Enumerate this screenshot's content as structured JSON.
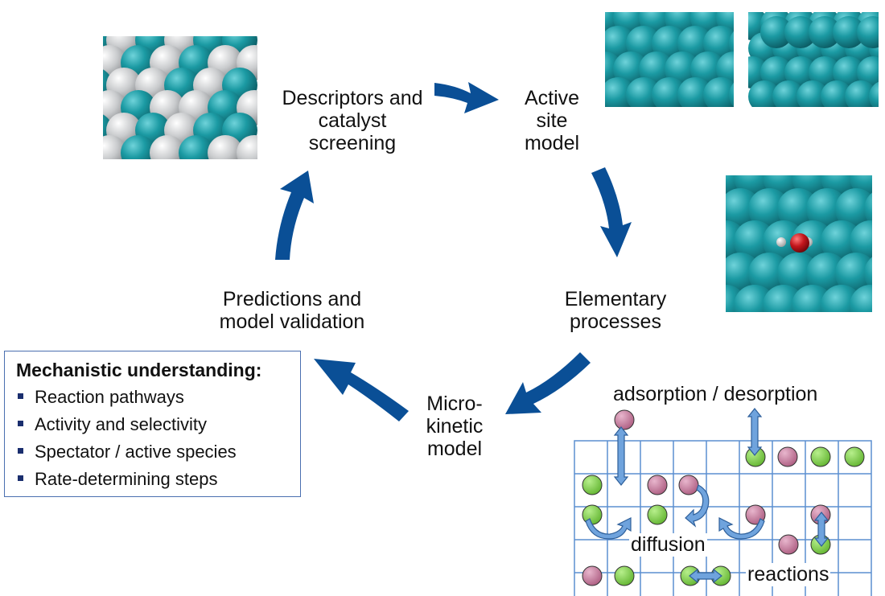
{
  "stages": {
    "descriptors": [
      "Descriptors and",
      "catalyst",
      "screening"
    ],
    "active_site": [
      "Active",
      "site",
      "model"
    ],
    "elementary": [
      "Elementary",
      "processes"
    ],
    "microkinetic": [
      "Micro-",
      "kinetic",
      "model"
    ],
    "predictions": [
      "Predictions and",
      "model validation"
    ]
  },
  "panel": {
    "title": "Mechanistic understanding:",
    "items": [
      "Reaction pathways",
      "Activity and selectivity",
      "Spectator / active species",
      "Rate-determining steps"
    ]
  },
  "mechanisms": {
    "adsorption": "adsorption / desorption",
    "diffusion": "diffusion",
    "reactions": "reactions"
  },
  "colors": {
    "cycle_arrow": "#0a4f96",
    "teal_atom": "#1a8f98",
    "grey_atom": "#c4c6c8",
    "oxygen": "#c0161b",
    "hydrogen": "#e6e6e6",
    "grid_line": "#5b8fd1",
    "green_species": "#7ccf3f",
    "pink_species": "#c47a9e",
    "small_arrow": "#6fa3dd"
  }
}
